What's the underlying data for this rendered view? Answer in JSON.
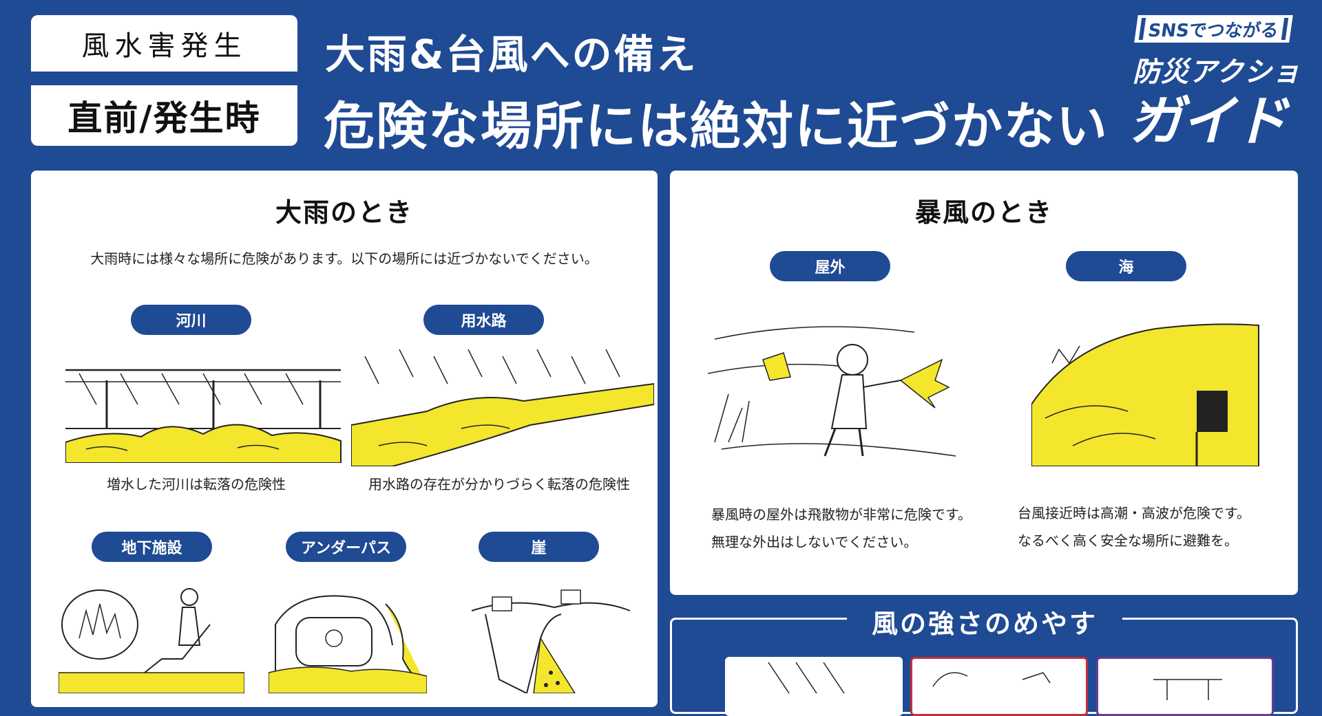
{
  "header": {
    "badge_top": "風水害発生",
    "badge_bottom": "直前/発生時",
    "title_sub": "大雨&台風への備え",
    "title_main": "危険な場所には絶対に近づかない"
  },
  "logo": {
    "tag": "SNSでつながる",
    "line1": "防災アクション",
    "line2": "ガイド"
  },
  "heavy_rain": {
    "heading": "大雨のとき",
    "intro": "大雨時には様々な場所に危険があります。以下の場所には近づかないでください。",
    "items": [
      {
        "label": "河川",
        "caption": "増水した河川は転落の危険性"
      },
      {
        "label": "用水路",
        "caption": "用水路の存在が分かりづらく転落の危険性"
      },
      {
        "label": "地下施設"
      },
      {
        "label": "アンダーパス"
      },
      {
        "label": "崖"
      }
    ]
  },
  "storm": {
    "heading": "暴風のとき",
    "items": [
      {
        "label": "屋外",
        "line1": "暴風時の屋外は飛散物が非常に危険です。",
        "line2": "無理な外出はしないでください。"
      },
      {
        "label": "海",
        "line1": "台風接近時は高潮・高波が危険です。",
        "line2": "なるべく高く安全な場所に避難を。"
      }
    ]
  },
  "wind": {
    "title": "風の強さのめやす"
  },
  "colors": {
    "brand_blue": "#1f4a94",
    "accent_yellow": "#f3e62d",
    "white": "#ffffff",
    "card_border_red": "#c0303a",
    "card_border_purple": "#6a3c8e"
  }
}
